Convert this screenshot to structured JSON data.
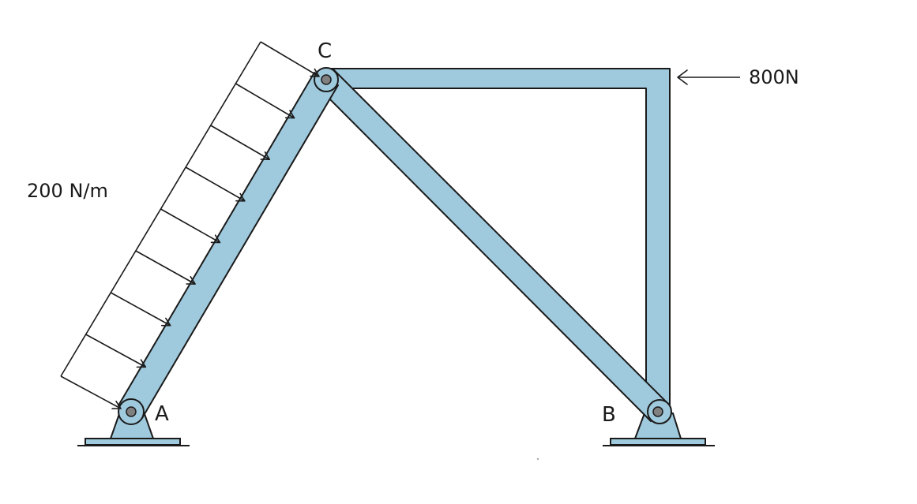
{
  "diagram": {
    "title": "Frame with distributed and point loads",
    "nodes": [
      {
        "id": "A",
        "label": "A",
        "support": "pin"
      },
      {
        "id": "B",
        "label": "B",
        "support": "pin"
      },
      {
        "id": "C",
        "label": "C",
        "support": "pin-joint"
      }
    ],
    "members": [
      {
        "id": "AC",
        "from": "A",
        "to": "C"
      },
      {
        "id": "CB",
        "from": "C",
        "to": "B"
      },
      {
        "id": "C-frame",
        "description": "L-shaped member from C across top to vertical down to B"
      }
    ],
    "loads": {
      "distributed": {
        "label": "200 N/m",
        "member": "AC",
        "arrow_count": 9
      },
      "point": {
        "label": "800N",
        "direction": "left",
        "location": "top-right corner"
      }
    },
    "colors": {
      "member_fill": "#9fc9dc",
      "outline": "#1a1a1a",
      "pin": "#808080",
      "background": "#ffffff"
    }
  }
}
